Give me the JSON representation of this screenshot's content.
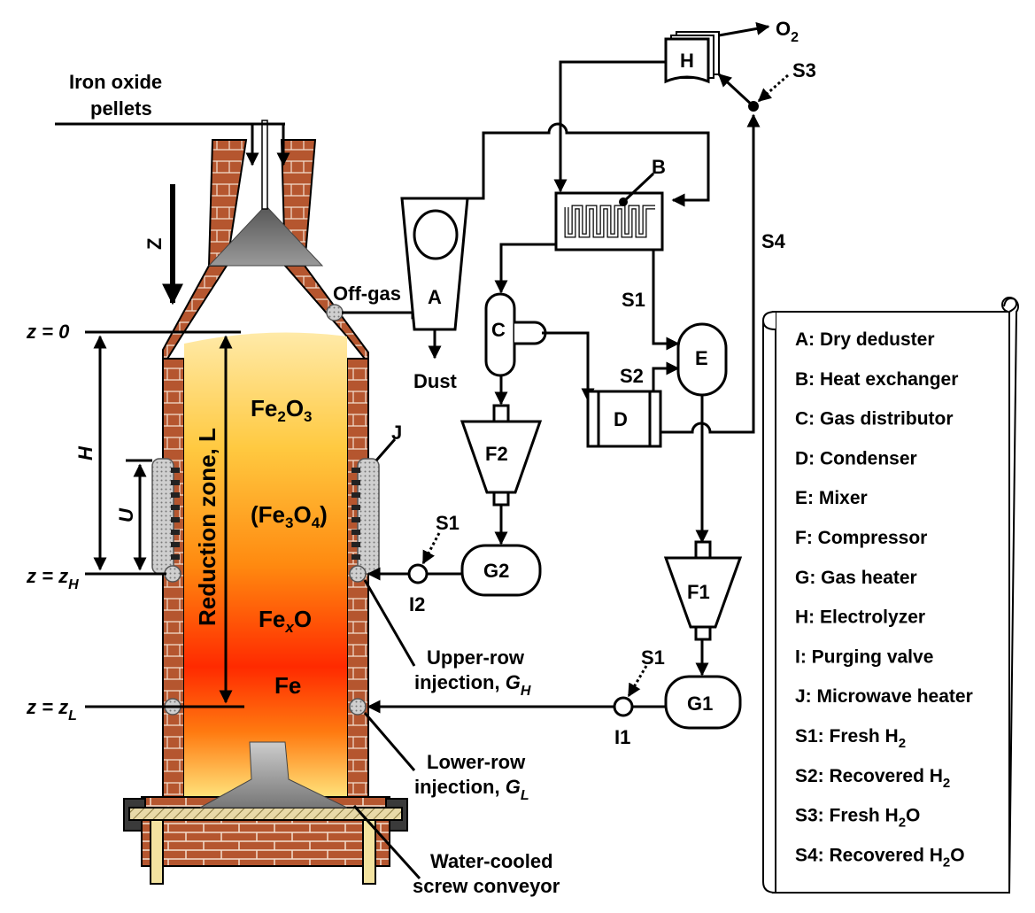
{
  "labels": {
    "feed_line1": "Iron oxide",
    "feed_line2": "pellets",
    "z_axis": "Z",
    "z0": "z = 0",
    "zH": "z = z",
    "zH_sub": "H",
    "zL": "z = z",
    "zL_sub": "L",
    "H": "H",
    "U": "U",
    "reduction_zone": "Reduction zone, L",
    "fe2o3": "Fe",
    "fe2o3_sub": "2",
    "fe2o3_rest": "O",
    "fe2o3_sub2": "3",
    "fe3o4": "(Fe",
    "fe3o4_sub": "3",
    "fe3o4_rest": "O",
    "fe3o4_sub2": "4",
    "fe3o4_close": ")",
    "fexo": "Fe",
    "fexo_sub": "x",
    "fexo_rest": "O",
    "fe": "Fe",
    "J": "J",
    "offgas": "Off-gas",
    "A": "A",
    "dust": "Dust",
    "B": "B",
    "C": "C",
    "D": "D",
    "E": "E",
    "F1": "F1",
    "F2": "F2",
    "G1": "G1",
    "G2": "G2",
    "H_unit": "H",
    "O2": "O",
    "O2_sub": "2",
    "S1_top": "S1",
    "S1_G2": "S1",
    "S1_G1": "S1",
    "S2": "S2",
    "S3": "S3",
    "S4": "S4",
    "I1": "I1",
    "I2": "I2",
    "upper1": "Upper-row",
    "upper2": "injection, ",
    "upper2_G": "G",
    "upper2_sub": "H",
    "lower1": "Lower-row",
    "lower2": "injection, ",
    "lower2_G": "G",
    "lower2_sub": "L",
    "screw1": "Water-cooled",
    "screw2": "screw conveyor"
  },
  "legend": [
    {
      "text": "A: Dry deduster",
      "sub": ""
    },
    {
      "text": "B: Heat exchanger",
      "sub": ""
    },
    {
      "text": "C: Gas distributor",
      "sub": ""
    },
    {
      "text": "D: Condenser",
      "sub": ""
    },
    {
      "text": "E: Mixer",
      "sub": ""
    },
    {
      "text": "F: Compressor",
      "sub": ""
    },
    {
      "text": "G: Gas heater",
      "sub": ""
    },
    {
      "text": "H: Electrolyzer",
      "sub": ""
    },
    {
      "text": "I: Purging valve",
      "sub": ""
    },
    {
      "text": "J: Microwave heater",
      "sub": ""
    },
    {
      "text": "S1: Fresh H",
      "sub": "2"
    },
    {
      "text": "S2: Recovered H",
      "sub": "2"
    },
    {
      "text": "S3: Fresh H",
      "sub": "2",
      "after": "O"
    },
    {
      "text": "S4: Recovered H",
      "sub": "2",
      "after": "O"
    }
  ],
  "colors": {
    "brick": "#b5562f",
    "mortar": "#f3dfcf",
    "gradient_top": "#ffe6a0",
    "gradient_mid": "#ff9a1a",
    "gradient_bot": "#ff1e00",
    "gradient_base": "#ffe27a"
  }
}
